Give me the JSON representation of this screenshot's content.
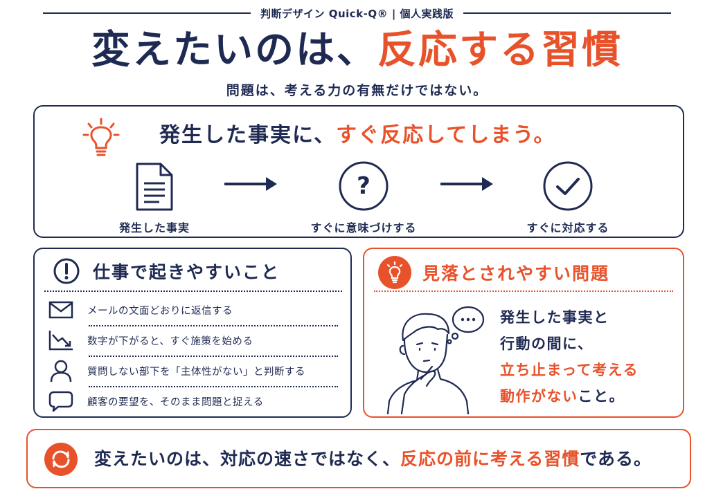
{
  "series": {
    "label": "判断デザイン Quick-Q® | 個人実践版"
  },
  "title": {
    "part1": "変えたいのは、",
    "part2": "反応する習慣"
  },
  "subtitle": "問題は、考える力の有無だけではない。",
  "top_panel": {
    "heading_part1": "発生した事実に、",
    "heading_part2": "すぐ反応してしまう。",
    "steps": [
      {
        "label": "発生した事実",
        "icon": "document-icon"
      },
      {
        "label": "すぐに意味づけする",
        "icon": "question-circle-icon"
      },
      {
        "label": "すぐに対応する",
        "icon": "check-circle-icon"
      }
    ]
  },
  "left_panel": {
    "heading": "仕事で起きやすいこと",
    "items": [
      {
        "icon": "mail-icon",
        "text": "メールの文面どおりに返信する"
      },
      {
        "icon": "chart-down-icon",
        "text": "数字が下がると、すぐ施策を始める"
      },
      {
        "icon": "person-icon",
        "text": "質問しない部下を「主体性がない」と判断する"
      },
      {
        "icon": "speech-bubble-icon",
        "text": "顧客の要望を、そのまま問題と捉える"
      }
    ]
  },
  "right_panel": {
    "heading": "見落とされやすい問題",
    "line1": "発生した事実と",
    "line2": "行動の間に、",
    "line3": "立ち止まって考える",
    "line4_part1": "動作がない",
    "line4_part2": "こと。"
  },
  "bottom_panel": {
    "part1": "変えたいのは、対応の速さではなく、",
    "part2": "反応の前に考える習慣",
    "part3": "である。"
  },
  "colors": {
    "navy": "#1f2a52",
    "orange": "#e8522a"
  }
}
